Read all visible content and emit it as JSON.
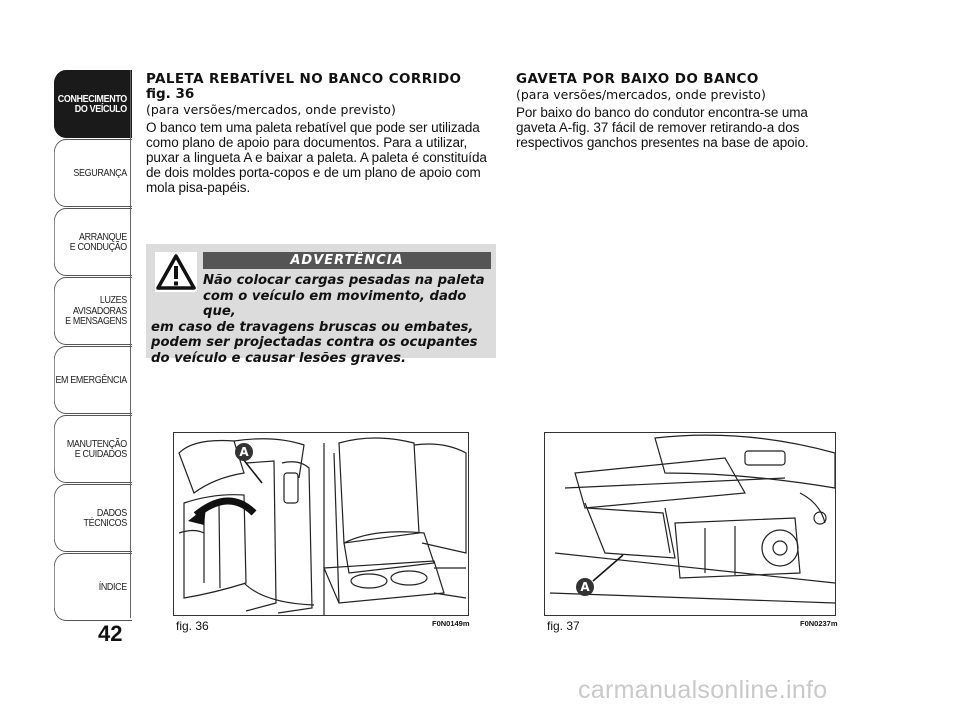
{
  "sidebar": {
    "tabs": [
      {
        "label": "CONHECIMENTO\nDO VEÍCULO",
        "active": true
      },
      {
        "label": "SEGURANÇA",
        "active": false
      },
      {
        "label": "ARRANQUE\nE CONDUÇÃO",
        "active": false
      },
      {
        "label": "LUZES\nAVISADORAS\nE MENSAGENS",
        "active": false
      },
      {
        "label": "EM EMERGÊNCIA",
        "active": false
      },
      {
        "label": "MANUTENÇÃO\nE CUIDADOS",
        "active": false
      },
      {
        "label": "DADOS\nTÉCNICOS",
        "active": false
      },
      {
        "label": "ÍNDICE",
        "active": false
      }
    ]
  },
  "page_number": "42",
  "section1": {
    "title": "PALETA REBATÍVEL NO BANCO CORRIDO",
    "figref": "fig. 36",
    "subtitle": "(para versões/mercados, onde previsto)",
    "body": "O banco tem uma paleta rebatível que pode ser utilizada como plano de apoio para documentos. Para a utilizar, puxar a lingueta A e baixar a paleta. A paleta é constituída de dois moldes porta-copos e de um plano de apoio com mola pisa-papéis."
  },
  "warning": {
    "title": "ADVERTÊNCIA",
    "line1": "Não colocar cargas pesadas na paleta",
    "line2": "com o veículo em movimento, dado que,",
    "rest": "em caso de travagens bruscas ou embates, podem ser projectadas contra os ocupantes do veículo e causar lesões graves.",
    "icon": "warning-triangle-icon"
  },
  "section2": {
    "title": "GAVETA POR BAIXO DO BANCO",
    "subtitle": "(para versões/mercados, onde previsto)",
    "body": "Por baixo do banco do condutor encontra-se uma gaveta A-fig. 37 fácil de remover retirando-a dos respectivos ganchos presentes na base de apoio."
  },
  "figures": {
    "fig36": {
      "label": "fig. 36",
      "code": "F0N0149m",
      "marker": "A"
    },
    "fig37": {
      "label": "fig. 37",
      "code": "F0N0237m",
      "marker": "A"
    }
  },
  "watermark": "carmanualsonline.info"
}
